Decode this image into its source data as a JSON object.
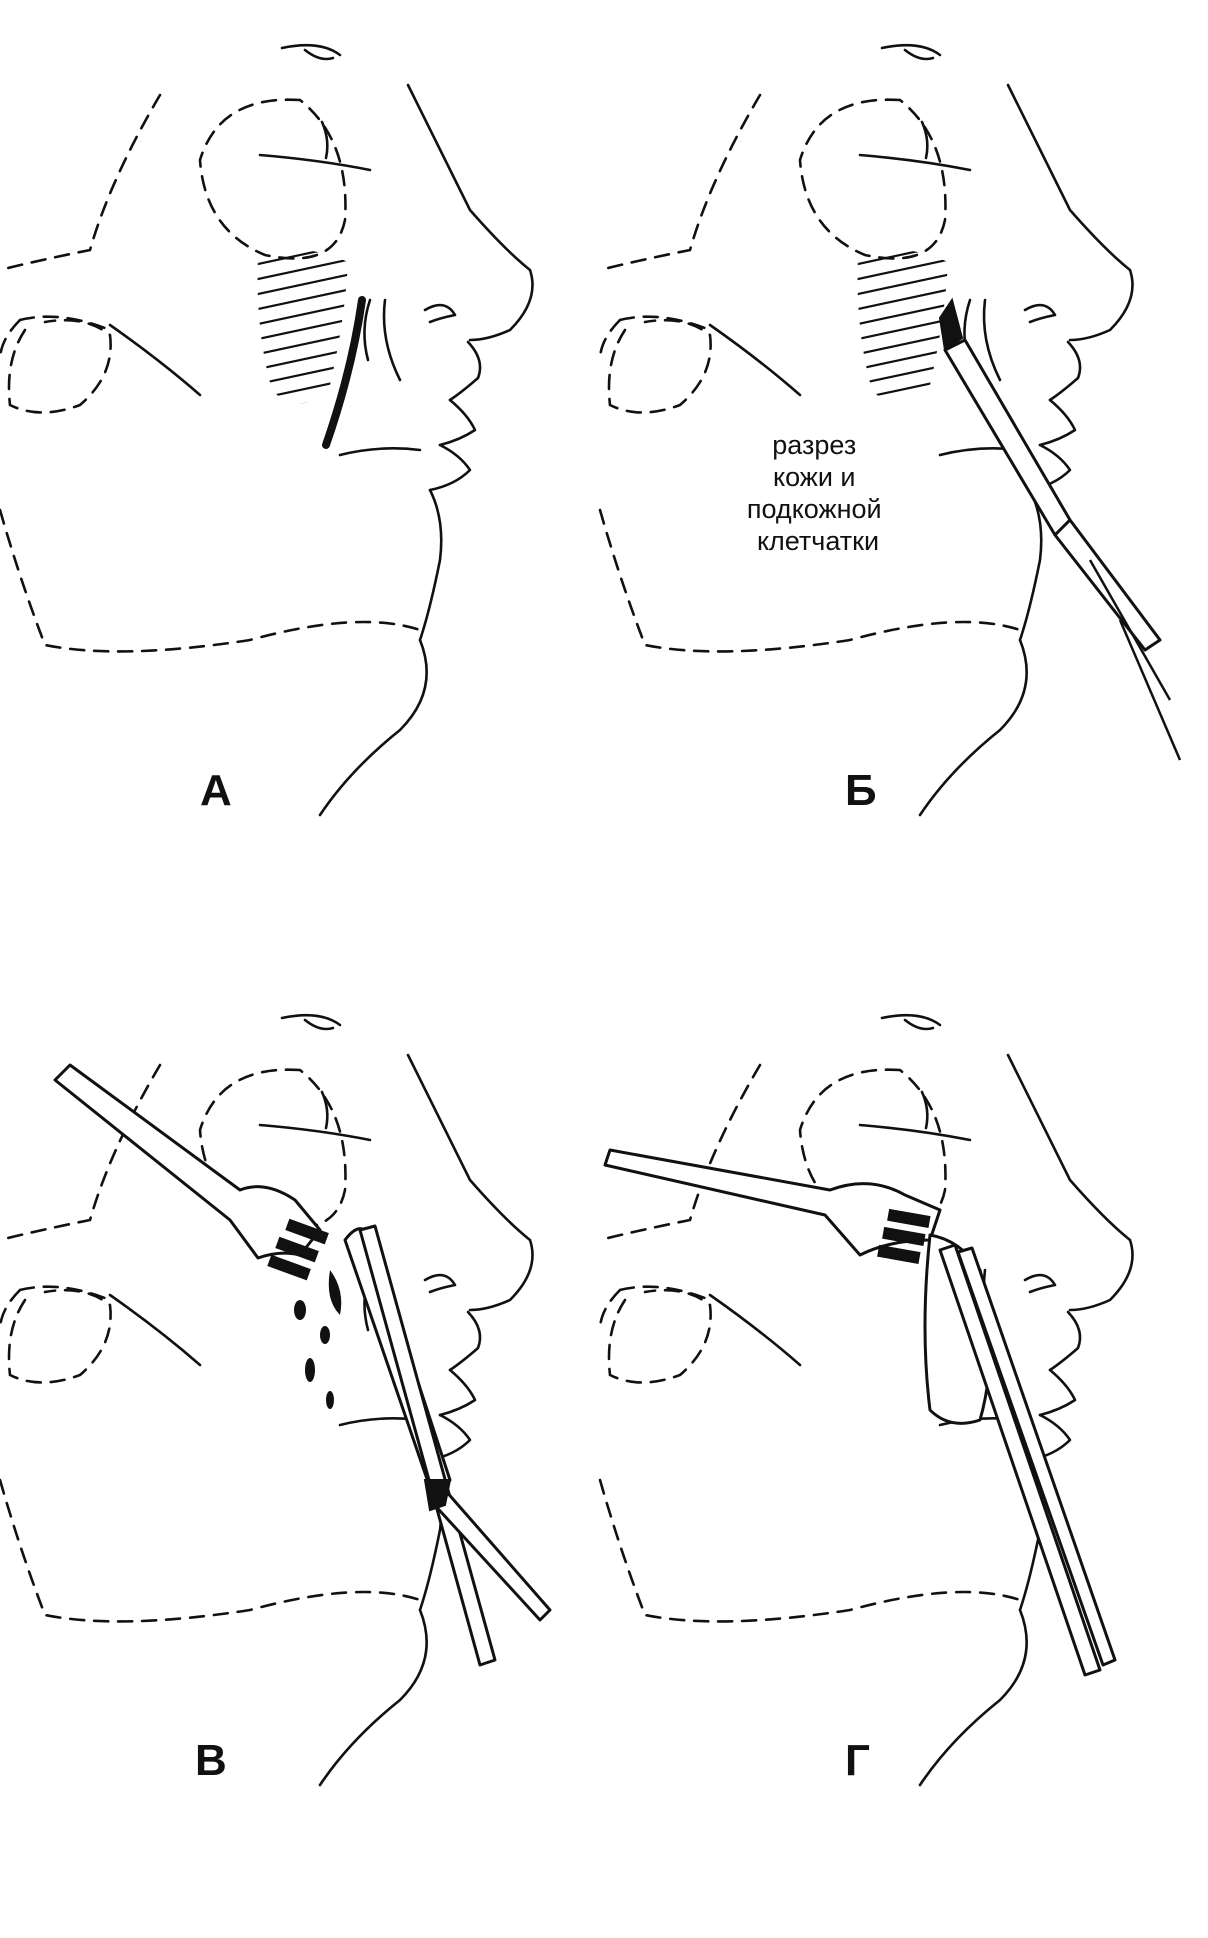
{
  "panels": [
    {
      "id": "a",
      "label": "А"
    },
    {
      "id": "b",
      "label": "Б",
      "caption_lines": [
        "разрез",
        "кожи и",
        "подкожной",
        "клетчатки"
      ]
    },
    {
      "id": "v",
      "label": "В"
    },
    {
      "id": "g",
      "label": "Г"
    }
  ]
}
